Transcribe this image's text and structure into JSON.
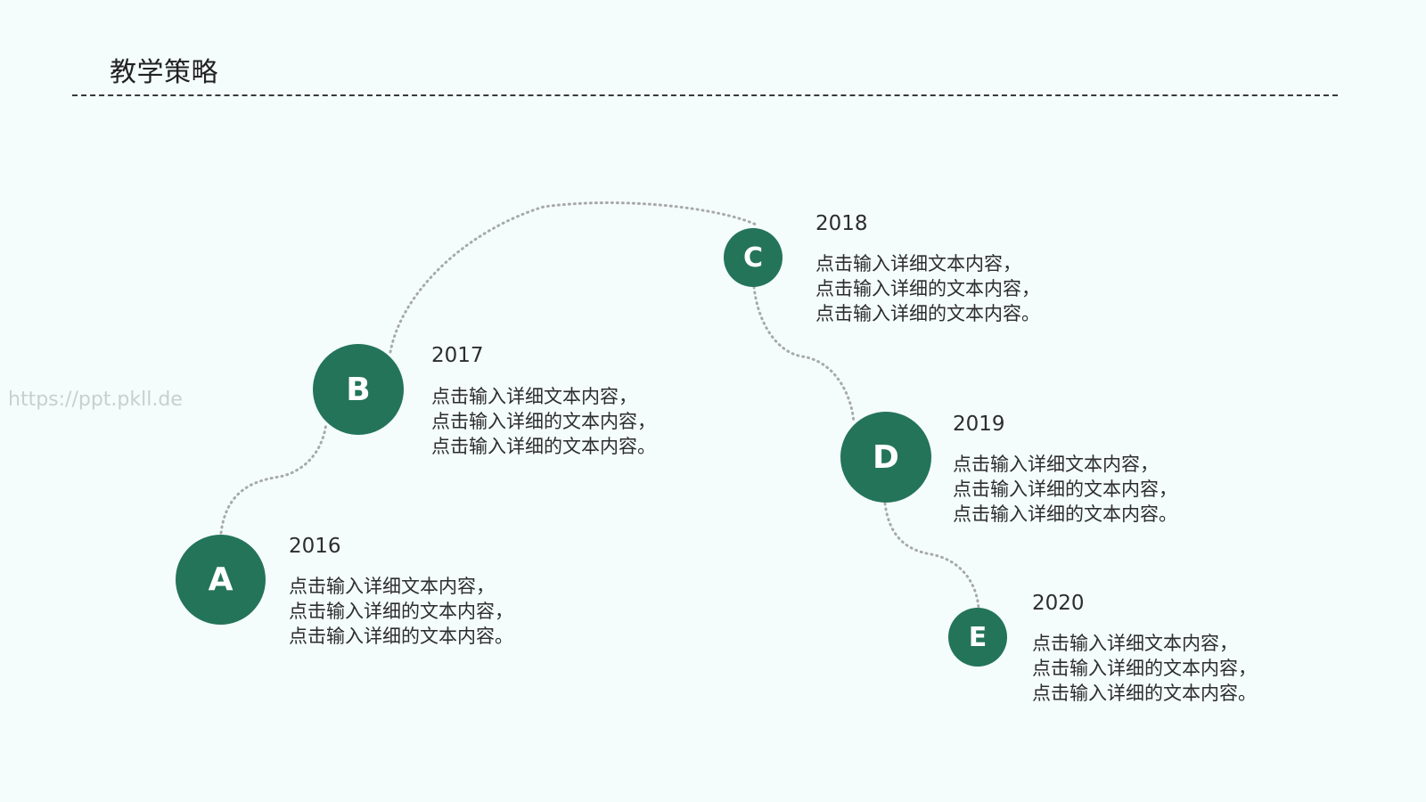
{
  "slide": {
    "title": "教学策略",
    "watermark": "https://ppt.pkll.de"
  },
  "colors": {
    "background": "#f4fcfc",
    "node": "#24745a",
    "connector": "#a9a9a9",
    "divider": "#3a3a3a"
  },
  "milestones": [
    {
      "letter": "A",
      "year": "2016",
      "lines": [
        "点击输入详细文本内容，",
        "点击输入详细的文本内容，",
        "点击输入详细的文本内容。"
      ]
    },
    {
      "letter": "B",
      "year": "2017",
      "lines": [
        "点击输入详细文本内容，",
        "点击输入详细的文本内容，",
        "点击输入详细的文本内容。"
      ]
    },
    {
      "letter": "C",
      "year": "2018",
      "lines": [
        "点击输入详细文本内容，",
        "点击输入详细的文本内容，",
        "点击输入详细的文本内容。"
      ]
    },
    {
      "letter": "D",
      "year": "2019",
      "lines": [
        "点击输入详细文本内容，",
        "点击输入详细的文本内容，",
        "点击输入详细的文本内容。"
      ]
    },
    {
      "letter": "E",
      "year": "2020",
      "lines": [
        "点击输入详细文本内容，",
        "点击输入详细的文本内容，",
        "点击输入详细的文本内容。"
      ]
    }
  ]
}
